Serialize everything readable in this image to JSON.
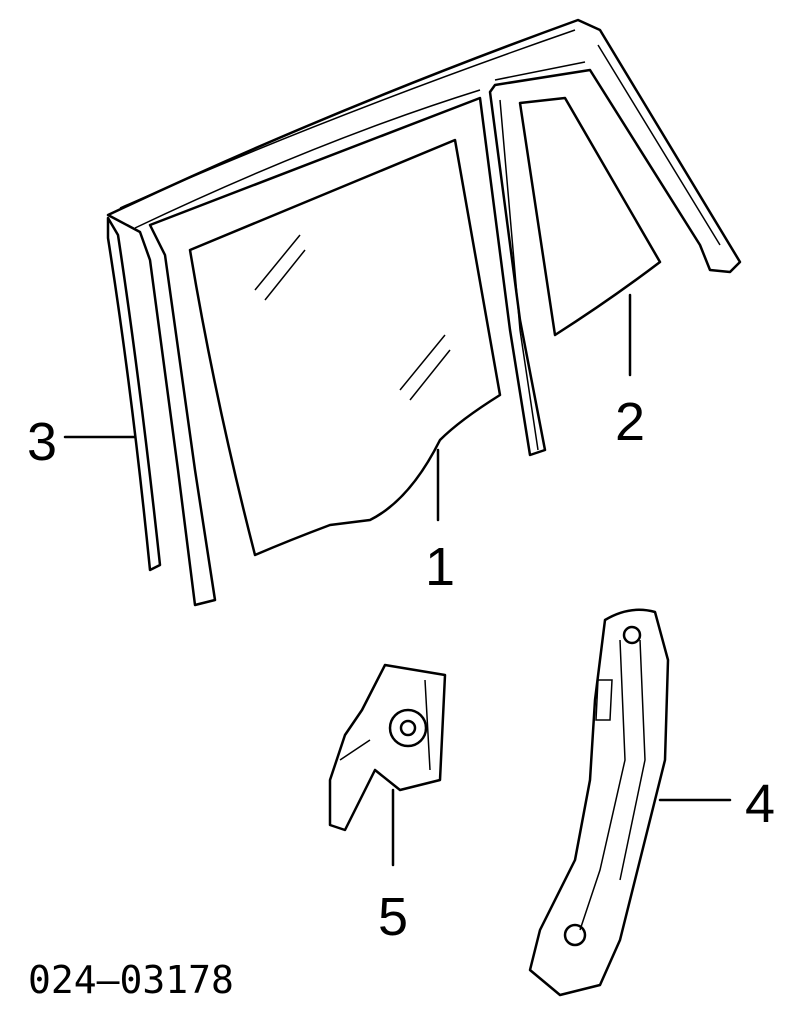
{
  "diagram": {
    "part_number": "024–03178",
    "callouts": [
      {
        "id": "1",
        "label": "1",
        "part": "door-glass"
      },
      {
        "id": "2",
        "label": "2",
        "part": "quarter-glass"
      },
      {
        "id": "3",
        "label": "3",
        "part": "run-channel"
      },
      {
        "id": "4",
        "label": "4",
        "part": "window-regulator"
      },
      {
        "id": "5",
        "label": "5",
        "part": "window-motor"
      }
    ]
  }
}
